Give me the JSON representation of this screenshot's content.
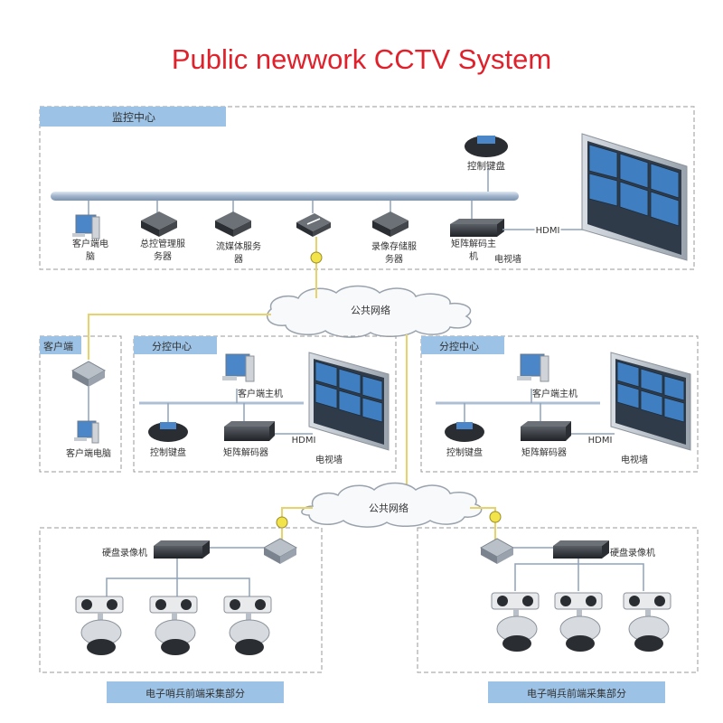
{
  "title": "Public newwork CCTV System",
  "monitor_center": {
    "label": "监控中心",
    "control_keyboard": "控制键盘",
    "devices": [
      {
        "label": "客户端电",
        "label2": "脑"
      },
      {
        "label": "总控管理服",
        "label2": "务器"
      },
      {
        "label": "流媒体服务",
        "label2": "器"
      },
      {
        "label": "",
        "label2": ""
      },
      {
        "label": "录像存储服",
        "label2": "务器"
      },
      {
        "label": "矩阵解码主",
        "label2": "机"
      }
    ],
    "hdmi": "HDMI",
    "video_wall": "电视墙"
  },
  "network_label": "公共网络",
  "client_area": {
    "label": "客户端",
    "pc": "客户端电脑"
  },
  "sub_centers": [
    {
      "label": "分控中心",
      "host": "客户端主机",
      "keyboard": "控制键盘",
      "decoder": "矩阵解码器",
      "hdmi": "HDMI",
      "video_wall": "电视墙"
    },
    {
      "label": "分控中心",
      "host": "客户端主机",
      "keyboard": "控制键盘",
      "decoder": "矩阵解码器",
      "hdmi": "HDMI",
      "video_wall": "电视墙"
    }
  ],
  "front_ends": [
    {
      "recorder": "硬盘录像机",
      "caption": "电子哨兵前端采集部分"
    },
    {
      "recorder": "硬盘录像机",
      "caption": "电子哨兵前端采集部分"
    }
  ],
  "colors": {
    "title": "#e0212b",
    "label_bg": "#9cc3e6",
    "link_line": "#e6d36a",
    "screen": "#3f7fc1",
    "bus": "#aebfd4"
  }
}
